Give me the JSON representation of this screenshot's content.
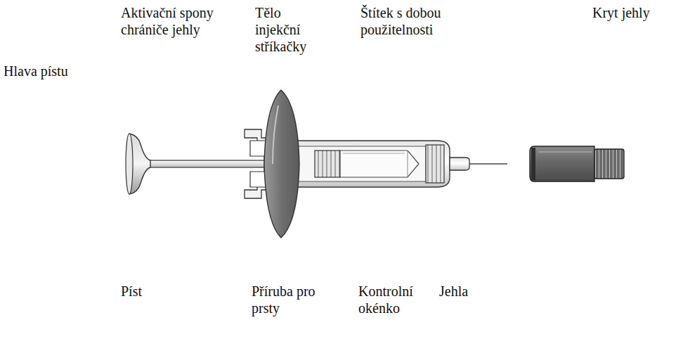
{
  "diagram": {
    "labels": [
      "Aktivační spony chrániče jehly",
      "Tělo injekční stříkačky",
      "Štítek s dobou použitelnosti",
      "Kryt jehly",
      "Hlava pístu",
      "Píst",
      "Příruba pro prsty",
      "Kontrolní okénko",
      "Jehla"
    ]
  }
}
